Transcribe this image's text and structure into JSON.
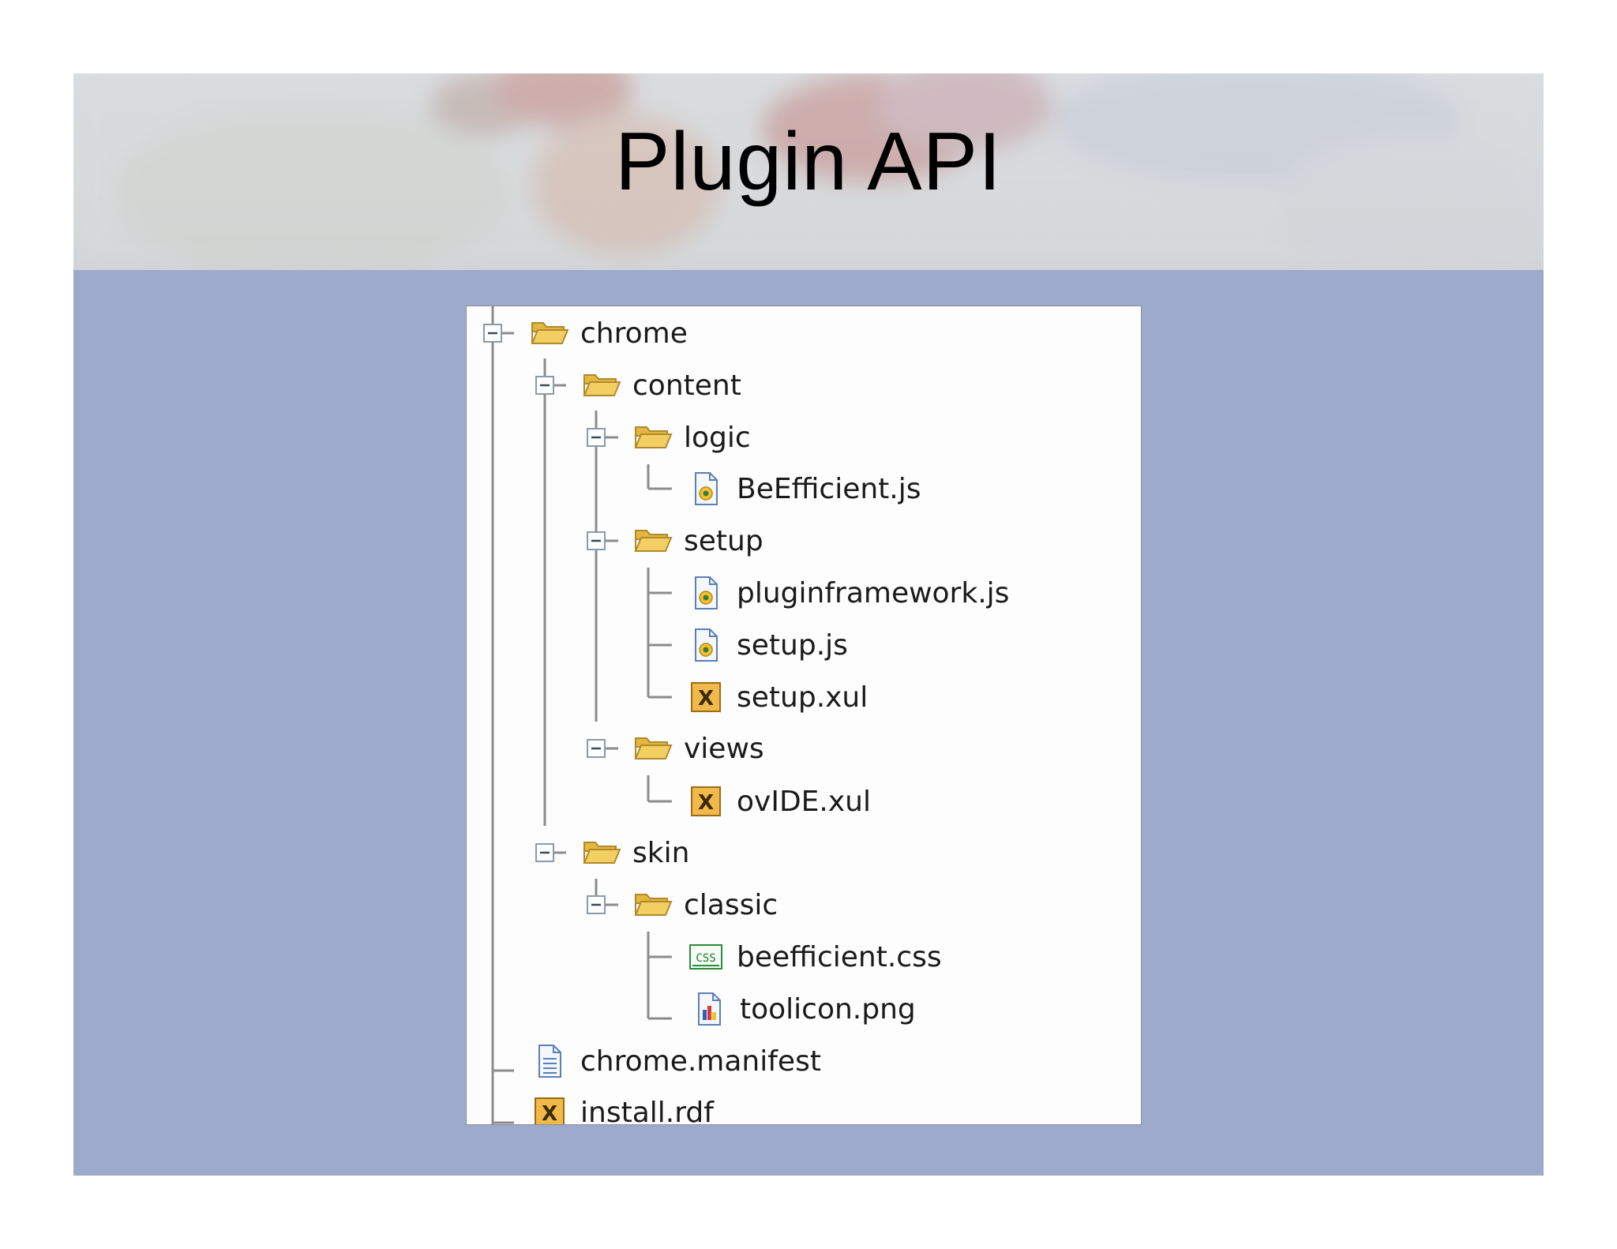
{
  "slide": {
    "title": "Plugin API"
  },
  "tree": {
    "nodes": [
      {
        "label": "chrome",
        "type": "folder"
      },
      {
        "label": "content",
        "type": "folder"
      },
      {
        "label": "logic",
        "type": "folder"
      },
      {
        "label": "BeEfficient.js",
        "type": "js"
      },
      {
        "label": "setup",
        "type": "folder"
      },
      {
        "label": "pluginframework.js",
        "type": "js"
      },
      {
        "label": "setup.js",
        "type": "js"
      },
      {
        "label": "setup.xul",
        "type": "xul"
      },
      {
        "label": "views",
        "type": "folder"
      },
      {
        "label": "ovIDE.xul",
        "type": "xul"
      },
      {
        "label": "skin",
        "type": "folder"
      },
      {
        "label": "classic",
        "type": "folder"
      },
      {
        "label": "beefficient.css",
        "type": "css"
      },
      {
        "label": "toolicon.png",
        "type": "png"
      },
      {
        "label": "chrome.manifest",
        "type": "manifest"
      },
      {
        "label": "install.rdf",
        "type": "xul"
      }
    ]
  },
  "icons": {
    "folder": "folder-open-icon",
    "js": "javascript-file-icon",
    "xul": "xul-file-icon",
    "css": "css-file-icon",
    "png": "image-file-icon",
    "manifest": "text-file-icon",
    "expander": "collapse-minus-icon",
    "css_glyph": "CSS",
    "xul_glyph": "X"
  },
  "colors": {
    "slide_background": "#9eaacc",
    "header_background": "#d8dadc",
    "tree_background": "#fdfdfd",
    "folder_yellow": "#f3cf63",
    "tree_line": "#8c8c8c"
  }
}
